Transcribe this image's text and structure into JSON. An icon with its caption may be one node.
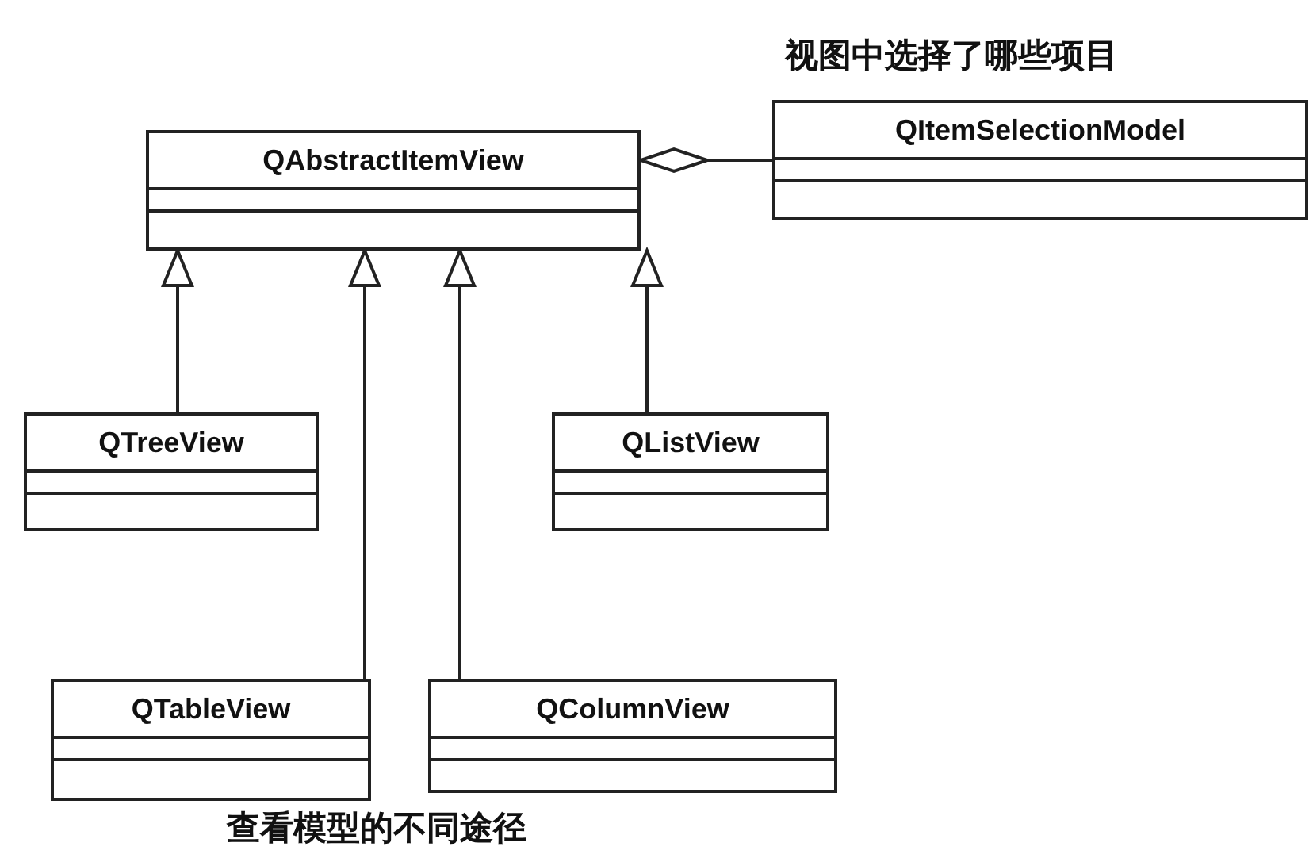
{
  "diagram": {
    "nodes": [
      {
        "text": [
          "QAbstractItemView"
        ]
      },
      {
        "text": [
          "QItemSelectionModel"
        ],
        "beside": [
          "视图中选择了哪些项目"
        ]
      },
      {
        "text": [
          "QTreeView"
        ]
      },
      {
        "text": [
          "QListView"
        ]
      },
      {
        "text": [
          "QTableView"
        ]
      },
      {
        "text": [
          "QColumnView"
        ]
      }
    ],
    "edges": [
      {
        "from": 1,
        "to": 0,
        "arrow": "other"
      },
      {
        "from": 2,
        "to": 0,
        "arrow": "to"
      },
      {
        "from": 4,
        "to": 0,
        "arrow": "to"
      },
      {
        "from": 5,
        "to": 0,
        "arrow": "to"
      },
      {
        "from": 3,
        "to": 0,
        "arrow": "to"
      }
    ],
    "labels": [
      "查看模型的不同途径"
    ]
  }
}
